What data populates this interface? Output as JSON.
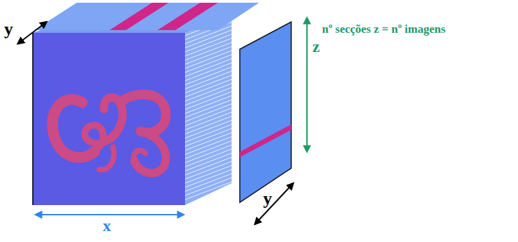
{
  "diagram": {
    "labels": [
      "y",
      "z",
      "nº secções z = nº imagens",
      "y",
      "x"
    ]
  }
}
